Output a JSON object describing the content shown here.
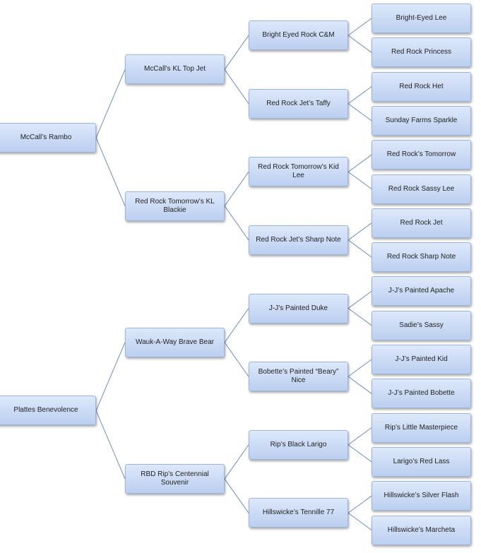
{
  "tree": [
    {
      "label": "McCall’s Rambo",
      "children": [
        {
          "label": "McCall’s KL Top Jet",
          "children": [
            {
              "label": "Bright Eyed Rock C&M",
              "children": [
                {
                  "label": "Bright-Eyed Lee"
                },
                {
                  "label": "Red Rock Princess"
                }
              ]
            },
            {
              "label": "Red Rock Jet’s Taffy",
              "children": [
                {
                  "label": "Red Rock Het"
                },
                {
                  "label": "Sunday Farms Sparkle"
                }
              ]
            }
          ]
        },
        {
          "label": "Red Rock Tomorrow’s KL Blackie",
          "children": [
            {
              "label": "Red Rock Tomorrow’s Kid Lee",
              "children": [
                {
                  "label": "Red Rock’s Tomorrow"
                },
                {
                  "label": "Red Rock Sassy Lee"
                }
              ]
            },
            {
              "label": "Red Rock Jet’s Sharp Note",
              "children": [
                {
                  "label": "Red Rock Jet"
                },
                {
                  "label": "Red Rock Sharp Note"
                }
              ]
            }
          ]
        }
      ]
    },
    {
      "label": "Plattes Benevolence",
      "children": [
        {
          "label": "Wauk-A-Way Brave Bear",
          "children": [
            {
              "label": "J-J’s Painted Duke",
              "children": [
                {
                  "label": "J-J’s Painted Apache"
                },
                {
                  "label": "Sadie’s Sassy"
                }
              ]
            },
            {
              "label": "Bobette’s Painted “Beary” Nice",
              "children": [
                {
                  "label": "J-J’s Painted Kid"
                },
                {
                  "label": "J-J’s Painted Bobette"
                }
              ]
            }
          ]
        },
        {
          "label": "RBD Rip’s Centennial Souvenir",
          "children": [
            {
              "label": "Rip’s Black Larigo",
              "children": [
                {
                  "label": "Rip’s Little Masterpiece"
                },
                {
                  "label": "Larigo’s Red Lass"
                }
              ]
            },
            {
              "label": "Hillswicke’s Tennille 77",
              "children": [
                {
                  "label": "Hillswicke’s Silver Flash"
                },
                {
                  "label": "Hillswicke’s Marcheta"
                }
              ]
            }
          ]
        }
      ]
    }
  ]
}
